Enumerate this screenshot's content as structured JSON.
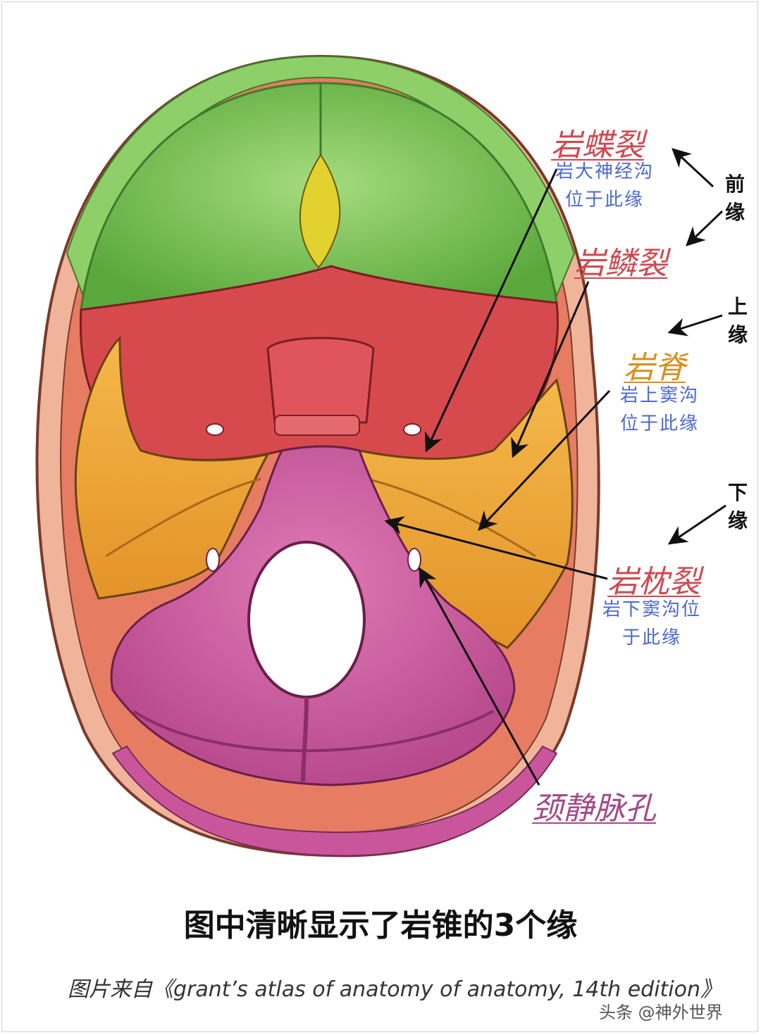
{
  "labels": {
    "petrosphenoid": {
      "title": "岩蝶裂",
      "note_line1": "岩大神经沟",
      "note_line2": "位于此缘"
    },
    "petrosquamous": {
      "title": "岩鳞裂"
    },
    "petrous_ridge": {
      "title": "岩脊",
      "note_line1": "岩上窦沟",
      "note_line2": "位于此缘"
    },
    "petro_occipital": {
      "title": "岩枕裂",
      "note_line1": "岩下窦沟位",
      "note_line2": "于此缘"
    },
    "jugular_foramen": {
      "title": "颈静脉孔"
    }
  },
  "edges": {
    "anterior": "前缘",
    "superior": "上缘",
    "inferior": "下缘"
  },
  "caption": "图中清晰显示了岩锥的3个缘",
  "source": "图片来自《grant’s atlas of anatomy of anatomy, 14th edition》",
  "watermark": "头条 @神外世界",
  "colors": {
    "frontal": "#7cc35a",
    "sphenoid": "#d64a4e",
    "temporal": "#f0a93a",
    "occipital": "#c5559a",
    "parietal_rim": "#e88a6a",
    "label_red": "#d2474f",
    "label_orange": "#d98f1f",
    "label_purple": "#a24a8a",
    "label_blue": "#4a68d6"
  }
}
